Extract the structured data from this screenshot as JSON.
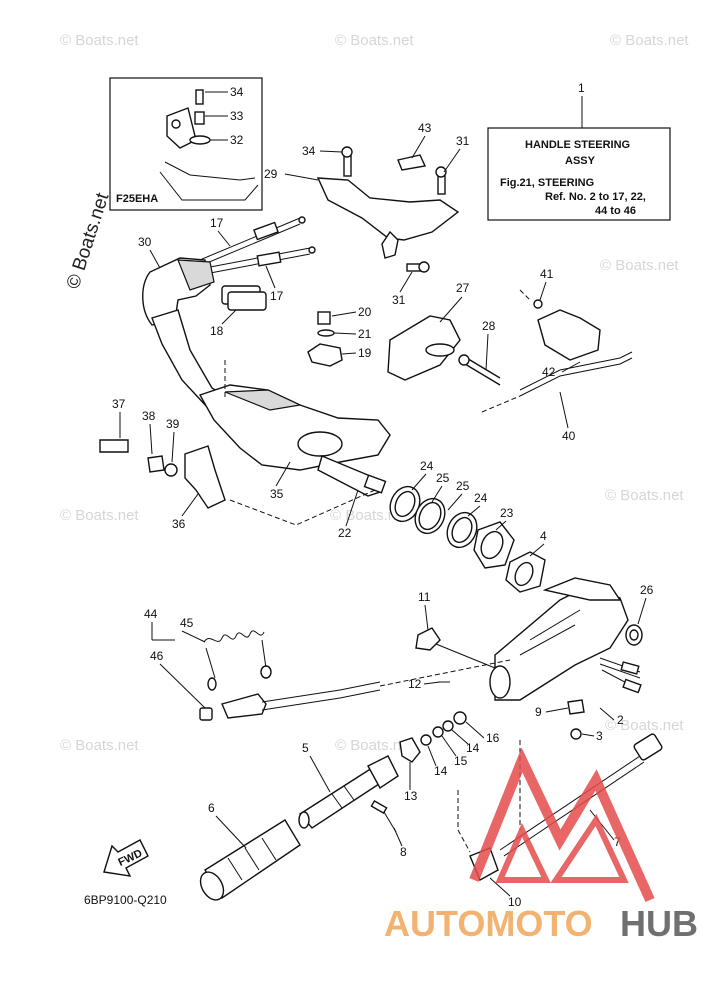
{
  "watermark": {
    "text": "© Boats.net"
  },
  "ref_box": {
    "number": "1",
    "line1": "HANDLE STEERING",
    "line2": "ASSY",
    "line3": "Fig.21, STEERING",
    "line4": "Ref. No. 2 to 17, 22,",
    "line5": "44 to 46"
  },
  "inset": {
    "title": "F25EHA",
    "labels": [
      "34",
      "33",
      "32"
    ]
  },
  "fwd_label": "FWD",
  "drawing_code": "6BP9100-Q210",
  "logo": {
    "part1": "AUTOMOTO",
    "part2": "HUB",
    "accent": "#f2b270",
    "dark": "#707070",
    "triangle": "#e54b4b"
  },
  "callouts": [
    "43",
    "31",
    "29",
    "34",
    "17",
    "30",
    "17",
    "18",
    "20",
    "21",
    "19",
    "27",
    "28",
    "31",
    "41",
    "42",
    "40",
    "37",
    "38",
    "39",
    "36",
    "35",
    "22",
    "24",
    "25",
    "25",
    "24",
    "23",
    "4",
    "26",
    "11",
    "44",
    "45",
    "46",
    "12",
    "9",
    "2",
    "3",
    "16",
    "14",
    "15",
    "14",
    "13",
    "5",
    "6",
    "8",
    "7",
    "10"
  ]
}
